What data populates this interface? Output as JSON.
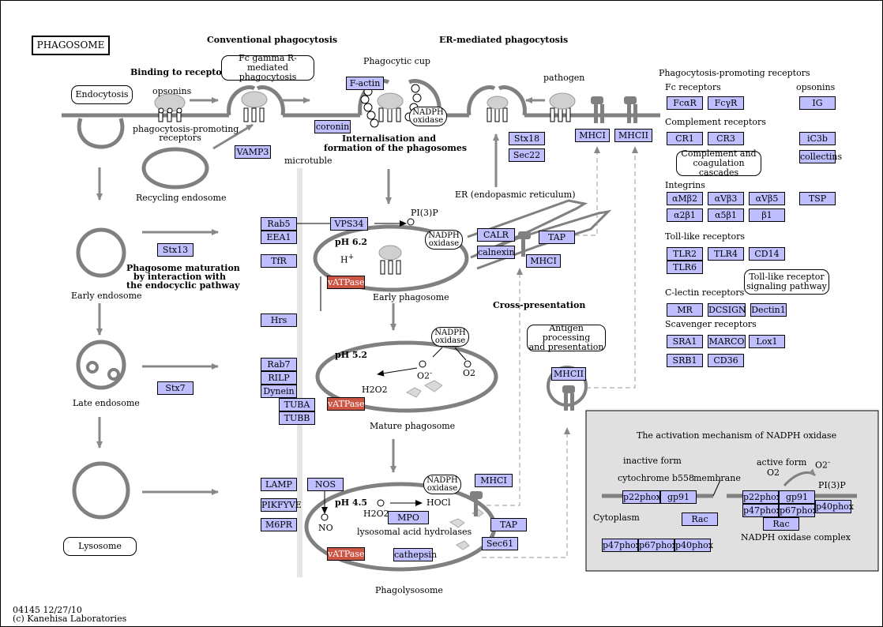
{
  "map": {
    "title": "PHAGOSOME",
    "map_id": "04145 12/27/10",
    "copyright": "(c) Kanehisa Laboratories"
  },
  "headings": {
    "conventional": "Conventional phagocytosis",
    "er_mediated": "ER-mediated phagocytosis",
    "binding": "Binding to receptor",
    "internalisation_1": "Internalisation and",
    "internalisation_2": "formation of the phagosomes",
    "maturation_1": "Phagosome maturation",
    "maturation_2": "by interaction with",
    "maturation_3": "the endocyclic pathway",
    "cross_presentation": "Cross-presentation"
  },
  "labels": {
    "opsonins": "opsonins",
    "phago_receptors_1": "phagocytosis-promoting",
    "phago_receptors_2": "receptors",
    "recycling_endosome": "Recycling endosome",
    "microtuble": "microtuble",
    "phagocytic_cup": "Phagocytic cup",
    "pathogen": "pathogen",
    "er": "ER (endopasmic reticulum)",
    "early_endosome": "Early endosome",
    "late_endosome": "Late endosome",
    "early_phagosome": "Early phagosome",
    "mature_phagosome": "Mature phagosome",
    "phagolysosome": "Phagolysosome",
    "ph62": "pH 6.2",
    "ph52": "pH 5.2",
    "ph45": "pH 4.5",
    "h_plus": "H",
    "h_sup": "+",
    "pi3p": "PI(3)P",
    "o2_minus": "O2",
    "o2_minus_sup": "-",
    "o2": "O2",
    "h2o2": "H2O2",
    "h2o2_b": "H2O2",
    "hocl": "HOCl",
    "no": "NO",
    "lysosomal_hydrolases": "lysosomal acid hydrolases",
    "phago_promoting_receptors": "Phagocytosis-promoting receptors",
    "fc_receptors": "Fc receptors",
    "opsonins_r": "opsonins",
    "complement_receptors": "Complement receptors",
    "integrins": "Integrins",
    "tlr": "Toll-like receptors",
    "c_lectin": "C-lectin receptors",
    "scavenger": "Scavenger receptors",
    "nadph_line1": "NADPH",
    "nadph_line2": "oxidase"
  },
  "maps": {
    "endocytosis": "Endocytosis",
    "fc_gamma_1": "Fc gamma R-mediated",
    "fc_gamma_2": "phagocytosis",
    "lysosome": "Lysosome",
    "complement_1": "Complement and",
    "complement_2": "coagulation cascades",
    "tlr_pathway_1": "Toll-like receptor",
    "tlr_pathway_2": "signaling pathway",
    "antigen_1": "Antigen processing",
    "antigen_2": "and presentation"
  },
  "genes": {
    "f_actin": "F-actin",
    "coronin": "coronin",
    "vamp3": "VAMP3",
    "stx18": "Stx18",
    "sec22": "Sec22",
    "mhci_top": "MHCI",
    "mhcii_top": "MHCII",
    "rab5": "Rab5",
    "eea1": "EEA1",
    "tfr": "TfR",
    "vps34": "VPS34",
    "stx13": "Stx13",
    "hrs": "Hrs",
    "rab7": "Rab7",
    "rilp": "RILP",
    "dynein": "Dynein",
    "tuba": "TUBA",
    "tubb": "TUBB",
    "stx7": "Stx7",
    "lamp": "LAMP",
    "pikfyve": "PIKFYVE",
    "m6pr": "M6PR",
    "nos": "NOS",
    "mpo": "MPO",
    "cathepsin": "cathepsin",
    "mhci_lys": "MHCI",
    "tap_lys": "TAP",
    "sec61": "Sec61",
    "calr": "CALR",
    "calnexin": "calnexin",
    "tap_er": "TAP",
    "mhci_er": "MHCI",
    "mhcii_cross": "MHCII",
    "vatpase1": "vATPase",
    "vatpase2": "vATPase",
    "vatpase3": "vATPase",
    "fcar": "FcαR",
    "fcgr": "FcγR",
    "ig": "IG",
    "cr1": "CR1",
    "cr3": "CR3",
    "ic3b": "iC3b",
    "collectins": "collectins",
    "amb2": "αMβ2",
    "avb3": "αVβ3",
    "avb5": "αVβ5",
    "tsp": "TSP",
    "a2b1": "α2β1",
    "a5b1": "α5β1",
    "b1": "β1",
    "tlr2": "TLR2",
    "tlr4": "TLR4",
    "cd14": "CD14",
    "tlr6": "TLR6",
    "mr": "MR",
    "dcsign": "DCSIGN",
    "dectin1": "Dectin1",
    "sra1": "SRA1",
    "marco": "MARCO",
    "lox1": "Lox1",
    "srb1": "SRB1",
    "cd36": "CD36"
  },
  "inset": {
    "title": "The activation mechanism of NADPH oxidase",
    "inactive_form": "inactive form",
    "cytochrome": "cytochrome b558",
    "membrane": "membrane",
    "active_form": "active form",
    "o2": "O2",
    "o2_minus": "O2",
    "o2_minus_sup": "-",
    "pi3p": "PI(3)P",
    "cytoplasm": "Cytoplasm",
    "complex": "NADPH oxidase complex",
    "genes": {
      "p22phox_a": "p22phox",
      "gp91_a": "gp91",
      "rac_a": "Rac",
      "p47phox_a": "p47phox",
      "p67phox_a": "p67phox",
      "p40phox_a": "p40phox",
      "p22phox_b": "p22phox",
      "gp91_b": "gp91",
      "p47phox_b": "p47phox",
      "p67phox_b": "p67phox",
      "p40phox_b": "p40phox",
      "rac_b": "Rac"
    }
  }
}
